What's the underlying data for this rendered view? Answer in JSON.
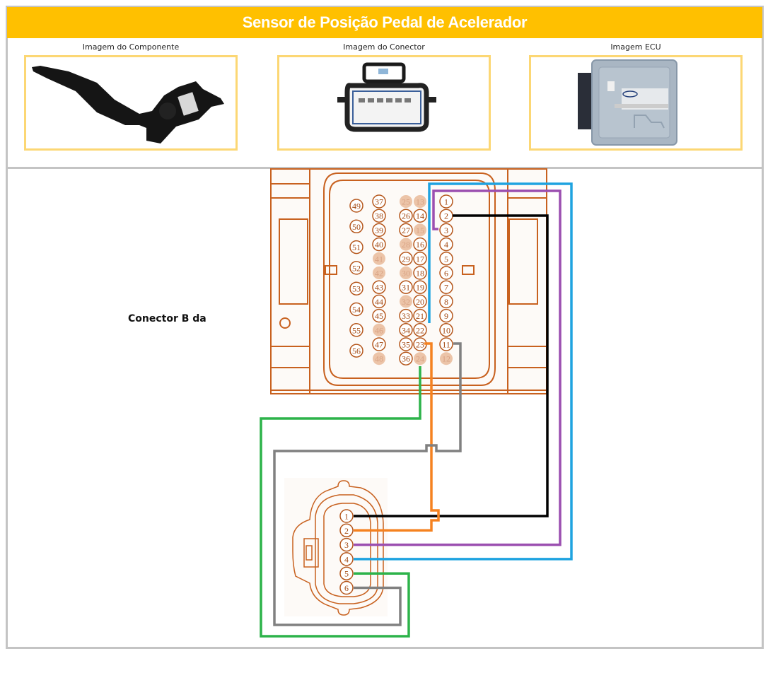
{
  "header": {
    "title": "Sensor de Posição Pedal de Acelerador",
    "color": "#ffc000"
  },
  "images": [
    {
      "label": "Imagem do Componente",
      "subject": "accelerator-pedal"
    },
    {
      "label": "Imagem do Conector",
      "subject": "sensor-connector"
    },
    {
      "label": "Imagem ECU",
      "subject": "ecu-module"
    }
  ],
  "diagram": {
    "side_label": "Conector B da",
    "ecu_connector": {
      "pins_col_right": [
        "1",
        "2",
        "3",
        "4",
        "5",
        "6",
        "7",
        "8",
        "9",
        "10",
        "11",
        "12"
      ],
      "pins_col_13_24": [
        "13",
        "14",
        "15",
        "16",
        "17",
        "18",
        "19",
        "20",
        "21",
        "22",
        "23",
        "24"
      ],
      "pins_col_25_36": [
        "25",
        "26",
        "27",
        "28",
        "29",
        "30",
        "31",
        "32",
        "33",
        "34",
        "35",
        "36"
      ],
      "pins_col_37_48": [
        "37",
        "38",
        "39",
        "40",
        "41",
        "42",
        "43",
        "44",
        "45",
        "46",
        "47",
        "48"
      ],
      "pins_col_49_56": [
        "49",
        "50",
        "51",
        "52",
        "53",
        "54",
        "55",
        "56"
      ],
      "unused_pins": [
        "12",
        "13",
        "15",
        "24",
        "25",
        "28",
        "30",
        "32",
        "41",
        "42",
        "46",
        "48"
      ]
    },
    "sensor_connector": {
      "pins": [
        "1",
        "2",
        "3",
        "4",
        "5",
        "6"
      ]
    },
    "wires": [
      {
        "sensor_pin": "1",
        "ecu_pin": "2",
        "color": "#000000",
        "name": "black"
      },
      {
        "sensor_pin": "2",
        "ecu_pin": "23",
        "color": "#f58220",
        "name": "orange"
      },
      {
        "sensor_pin": "3",
        "ecu_pin": "3",
        "color": "#9b4fb0",
        "name": "purple"
      },
      {
        "sensor_pin": "4",
        "ecu_pin": "22",
        "color": "#1fa3e0",
        "name": "blue"
      },
      {
        "sensor_pin": "5",
        "ecu_pin": "24",
        "color": "#2db34a",
        "name": "green"
      },
      {
        "sensor_pin": "6",
        "ecu_pin": "11",
        "color": "#808080",
        "name": "gray"
      }
    ]
  }
}
